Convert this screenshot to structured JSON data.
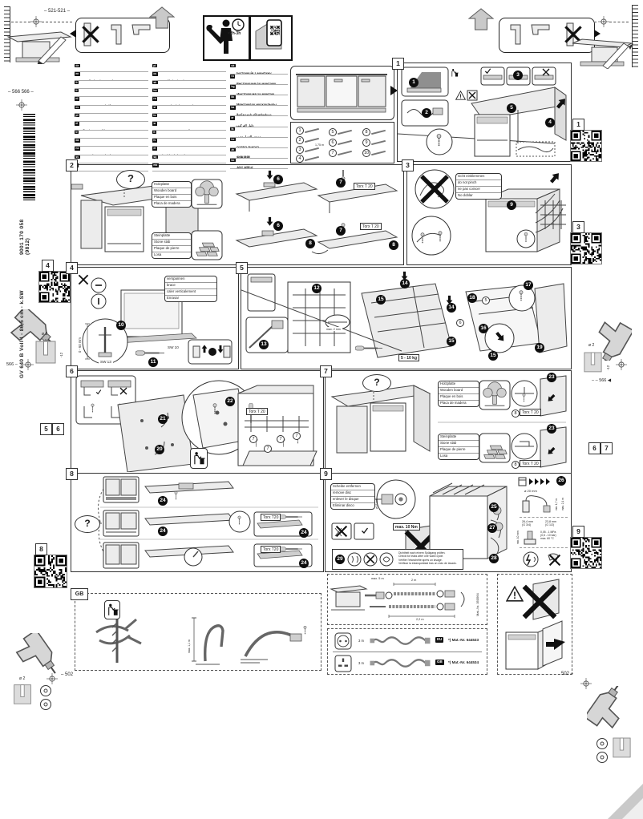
{
  "page": {
    "product_code": "GV 640 B Voll-I - 86,5 cm - k.SW",
    "doc_number": "9001 170 058 (9812)"
  },
  "header": {
    "install_time": "2h-3h"
  },
  "margins": {
    "dim_top_left": "521-521",
    "dim_left_pair": "566 566",
    "dim_left_mid": "566",
    "dim_right_mid": "566",
    "dim_bottom_left": "502",
    "dim_bottom_right": "502",
    "drill_dia": "ø 2",
    "drill_depth": "-12",
    "fold_tags_left": [
      "5",
      "6"
    ],
    "fold_tags_right": [
      "6",
      "7"
    ],
    "qr_tags": {
      "q1": "1",
      "q3": "3",
      "q4": "4",
      "q8": "8",
      "q9": "9"
    }
  },
  "languages": {
    "col1": [
      {
        "code": "de",
        "title": "Montageanleitung",
        "note": "*über Kundendienst erhältlich"
      },
      {
        "code": "en",
        "title": "Installation instructions",
        "note": "*Available from customer service"
      },
      {
        "code": "fr",
        "title": "Notice de montage",
        "note": "*Disponible par le biais du service après-vente"
      },
      {
        "code": "it",
        "title": "Istruzioni per il montaggio",
        "note": "*Disponibili presso il servizio assistenza clienti"
      },
      {
        "code": "nl",
        "title": "Montagevoorschrift",
        "note": "*Tegen meerprijs bij de Servicedienst verkrijgbaar"
      },
      {
        "code": "es",
        "title": "Instrucciones de montaje",
        "note": "*Se puede adquirir a través del Servicio de Asistencia Técnica"
      },
      {
        "code": "pt",
        "title": "Instruções de montagem",
        "note": "*Pode ser adquirido nos Serviços Técnicos"
      },
      {
        "code": "el",
        "title": "Οδηγίες τοποθέτησης",
        "note": "*Διατίθενται από το σέρβις πελατών"
      },
      {
        "code": "tr",
        "title": "Montaj kılavuzu",
        "note": "*Yetkili servisten temin edilebilir"
      },
      {
        "code": "da",
        "title": "Monteringsvejledning",
        "note": "*Kan fås via Service"
      },
      {
        "code": "no",
        "title": "Monteringsanvisning",
        "note": "*Fås hos kundeservice"
      },
      {
        "code": "sv",
        "title": "Monteringsanvisning",
        "note": "*Kan köpas hos kundtjänst"
      },
      {
        "code": "fi",
        "title": "Asennusohje",
        "note": "*Saatavana huoltopalvelusta"
      }
    ],
    "col2": [
      {
        "code": "pl",
        "title": "Instrukcja montażu",
        "note": "*Do uzyskania w punkcie serwisowym"
      },
      {
        "code": "cs",
        "title": "Montážní návod",
        "note": "*Lze obdržet u zákaznického servisu"
      },
      {
        "code": "sk",
        "title": "Montážny návod",
        "note": "*K dispozícii v zákazníckom servise"
      },
      {
        "code": "hu",
        "title": "Szerelési útmutató",
        "note": "*A vevőszolgálatnál szerezhető be"
      },
      {
        "code": "ro",
        "title": "Instrucţiuni de montaj",
        "note": "*Disponibile la unităţile service"
      },
      {
        "code": "sl",
        "title": "Navodila za montažo",
        "note": "*Na voljo pri servisni službi"
      },
      {
        "code": "hr",
        "title": "Upute za montažu",
        "note": "*Dostupno kod ovlaštenog servisa"
      },
      {
        "code": "sr",
        "title": "Uputstvo za montažu",
        "note": "*Dostupno kod korisničkog servisa"
      },
      {
        "code": "lt",
        "title": "Montavimo instrukcija",
        "note": "*Galima gauti iš klientų aptarnavimo tarnybos"
      },
      {
        "code": "lv",
        "title": "Montāžas instrukcija",
        "note": "*Saņemama klientu servisā"
      },
      {
        "code": "et",
        "title": "Paigaldusjuhend",
        "note": "*Saadaval klienditeenindusest"
      },
      {
        "code": "sq",
        "title": "Udhëzime montimi",
        "note": "*Merret në shërbimin e klientëve"
      },
      {
        "code": "mk",
        "title": "Упатство за монтажа",
        "note": "*Достапно кај сервисната служба"
      }
    ],
    "col3": [
      {
        "code": "uk",
        "title": "Інструкція з монтажу",
        "note": "*Можна отримати в сервісному центрі"
      },
      {
        "code": "ru",
        "title": "Инструкция по монтажу",
        "note": "*Можно получить в сервисной службе"
      },
      {
        "code": "bg",
        "title": "Инструкция за монтаж",
        "note": "*Получава се от сервизната служба"
      },
      {
        "code": "kk",
        "title": "Монтаждау нұсқаулығы",
        "note": "*Сервистік қызметтен алуға болады"
      },
      {
        "code": "ka",
        "title": "მონტაჟის ინსტრუქცია",
        "note": "*ხელმისაწვდომია სერვისცენტრში"
      },
      {
        "code": "ar",
        "title": "دليل التركيب",
        "note": "*متوفر لدى خدمة العملاء"
      },
      {
        "code": "fa",
        "title": "دستورالعمل نصب",
        "note": "*قابل تهیه از خدمات مشتریان"
      },
      {
        "code": "he",
        "title": "הוראות התקנה",
        "note": "*ניתן להשיג בשירות הלקוחות"
      },
      {
        "code": "zh",
        "title": "安装说明",
        "note": "*可向客户服务部门索取"
      },
      {
        "code": "ko",
        "title": "설치 설명서",
        "note": "*고객 서비스 센터에서 구입 가능"
      }
    ]
  },
  "sections": {
    "s1": {
      "tag": "1",
      "steps": [
        "1",
        "2",
        "3",
        "4",
        "5"
      ],
      "parts": [
        "1",
        "2",
        "3",
        "4",
        "5",
        "6",
        "7",
        "8",
        "9",
        "10"
      ],
      "part_hose_len": "1,75 m"
    },
    "s2": {
      "tag": "2",
      "wood": [
        "Holzplatte",
        "Wooden board",
        "Plaque en bois",
        "Placa de madera"
      ],
      "stone": [
        "Steinplatte",
        "Stone slab",
        "Plaque de pierre",
        "Losa"
      ],
      "torx": "Torx T 20",
      "steps": [
        "6",
        "7",
        "8"
      ]
    },
    "s3": {
      "tag": "3",
      "pinch": [
        "nicht einklemmen",
        "do not pinch",
        "ne pas coincer",
        "No doblar"
      ],
      "steps": [
        "9"
      ]
    },
    "s4": {
      "tag": "4",
      "brace": [
        "verspannen",
        "brace",
        "caler verticalement",
        "Enrasar"
      ],
      "range": "0 - 60 mm",
      "sw13": "SW 13",
      "sw10": "SW 10",
      "steps": [
        "10",
        "11"
      ]
    },
    "s5": {
      "tag": "5",
      "steps": [
        "12",
        "13",
        "14",
        "15",
        "16",
        "17",
        "18",
        "19"
      ],
      "weight": "5 - 10 kg",
      "gap": "max. 2 mm",
      "ref_a": "5",
      "ref_b": "6"
    },
    "s6": {
      "tag": "6",
      "torx": "Torx T 20",
      "part_ref": "7",
      "steps": [
        "20",
        "21",
        "22"
      ]
    },
    "s7": {
      "tag": "7",
      "wood": [
        "Holzplatte",
        "Wooden board",
        "Plaque en bois",
        "Placa de madera"
      ],
      "stone": [
        "Steinplatte",
        "Stone slab",
        "Plaque de pierre",
        "Losa"
      ],
      "torx": "Torx T 20",
      "part_ref": "8",
      "steps": [
        "23"
      ]
    },
    "s8": {
      "tag": "8",
      "torx": "Torx T20",
      "steps": [
        "24"
      ]
    },
    "s9": {
      "tag": "9",
      "disc": [
        "Scheibe entfernen",
        "remove disc",
        "enlever le disque",
        "Eliminar disco"
      ],
      "disc_dia": "ø 15 mm",
      "torque": "max. 10 Nm",
      "steps": [
        "25",
        "26",
        "27",
        "28",
        "29"
      ],
      "leak": [
        "Dichtheit nach einem Spülgang prüfen.",
        "Check for leaks after one wash cycle.",
        "Vérifier l'étanchéité après un lavage.",
        "Verificar la estanqueidad tras un ciclo de lavado."
      ],
      "drain": {
        "dia": "ø 20 mm",
        "min": "min. 1,7 m",
        "max": "max. 2,1 m"
      },
      "inlet": {
        "g34": "26,4 mm",
        "g34b": "(G 3/4)",
        "g12": "23,8 mm",
        "g12b": "(G 1/2)",
        "min": "min. 10 mm"
      },
      "pressure": [
        "0,05 - 1 MPa",
        "(0,5 - 10 bar)",
        "max. 60 °C"
      ]
    }
  },
  "bottom": {
    "gb_tag": "GB",
    "gb_hose_max": "max. 1,1 m",
    "ext": {
      "max": "max. 5 m",
      "l1": "2 m",
      "l2": "2,2 m",
      "mat": "Mat.-Nr. 350564"
    },
    "cords": [
      {
        "len": "3 m",
        "badge": "EU",
        "mat": "*) Mat.-Nr. 644533"
      },
      {
        "len": "3 m",
        "badge": "GB",
        "mat": "*) Mat.-Nr. 644534"
      }
    ]
  }
}
